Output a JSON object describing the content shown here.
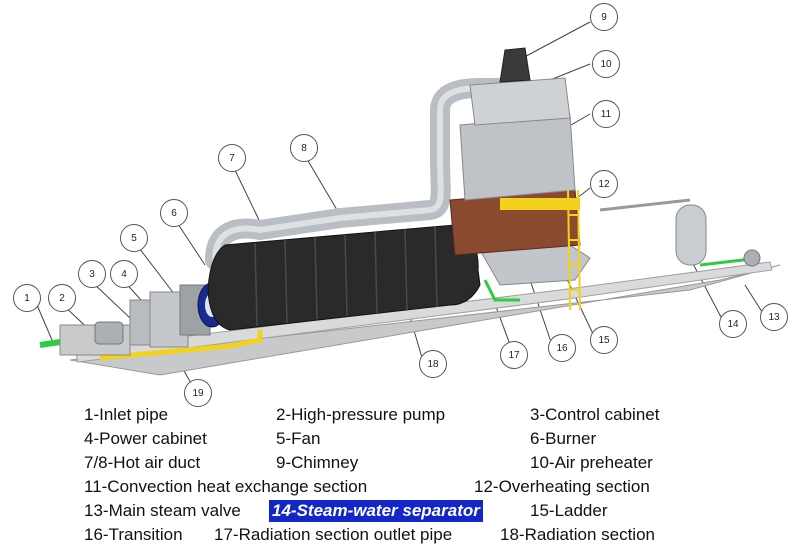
{
  "callouts": [
    "1",
    "2",
    "3",
    "4",
    "5",
    "6",
    "7",
    "8",
    "9",
    "10",
    "11",
    "12",
    "13",
    "14",
    "15",
    "16",
    "17",
    "18",
    "19"
  ],
  "legend": {
    "r1": [
      "1-Inlet pipe",
      "2-High-pressure pump",
      "3-Control cabinet"
    ],
    "r2": [
      "4-Power cabinet",
      "5-Fan",
      "6-Burner"
    ],
    "r3": [
      "7/8-Hot air duct",
      "9-Chimney",
      "10-Air preheater"
    ],
    "r4": [
      "11-Convection heat exchange section",
      "12-Overheating section"
    ],
    "r5": [
      "13-Main steam valve",
      "14-Steam-water separator",
      "15-Ladder"
    ],
    "r6": [
      "16-Transition",
      "17-Radiation section outlet pipe",
      "18-Radiation section"
    ]
  },
  "colors": {
    "highlight": "#1226c9",
    "drum": "#2a2a2a",
    "duct": "#b9bec4",
    "superheater": "#8a4a30",
    "pipe_green": "#2ecc40",
    "ladder_yellow": "#f2d21a",
    "burner_blue": "#1b2a8f",
    "base": "#c7c9cb"
  }
}
